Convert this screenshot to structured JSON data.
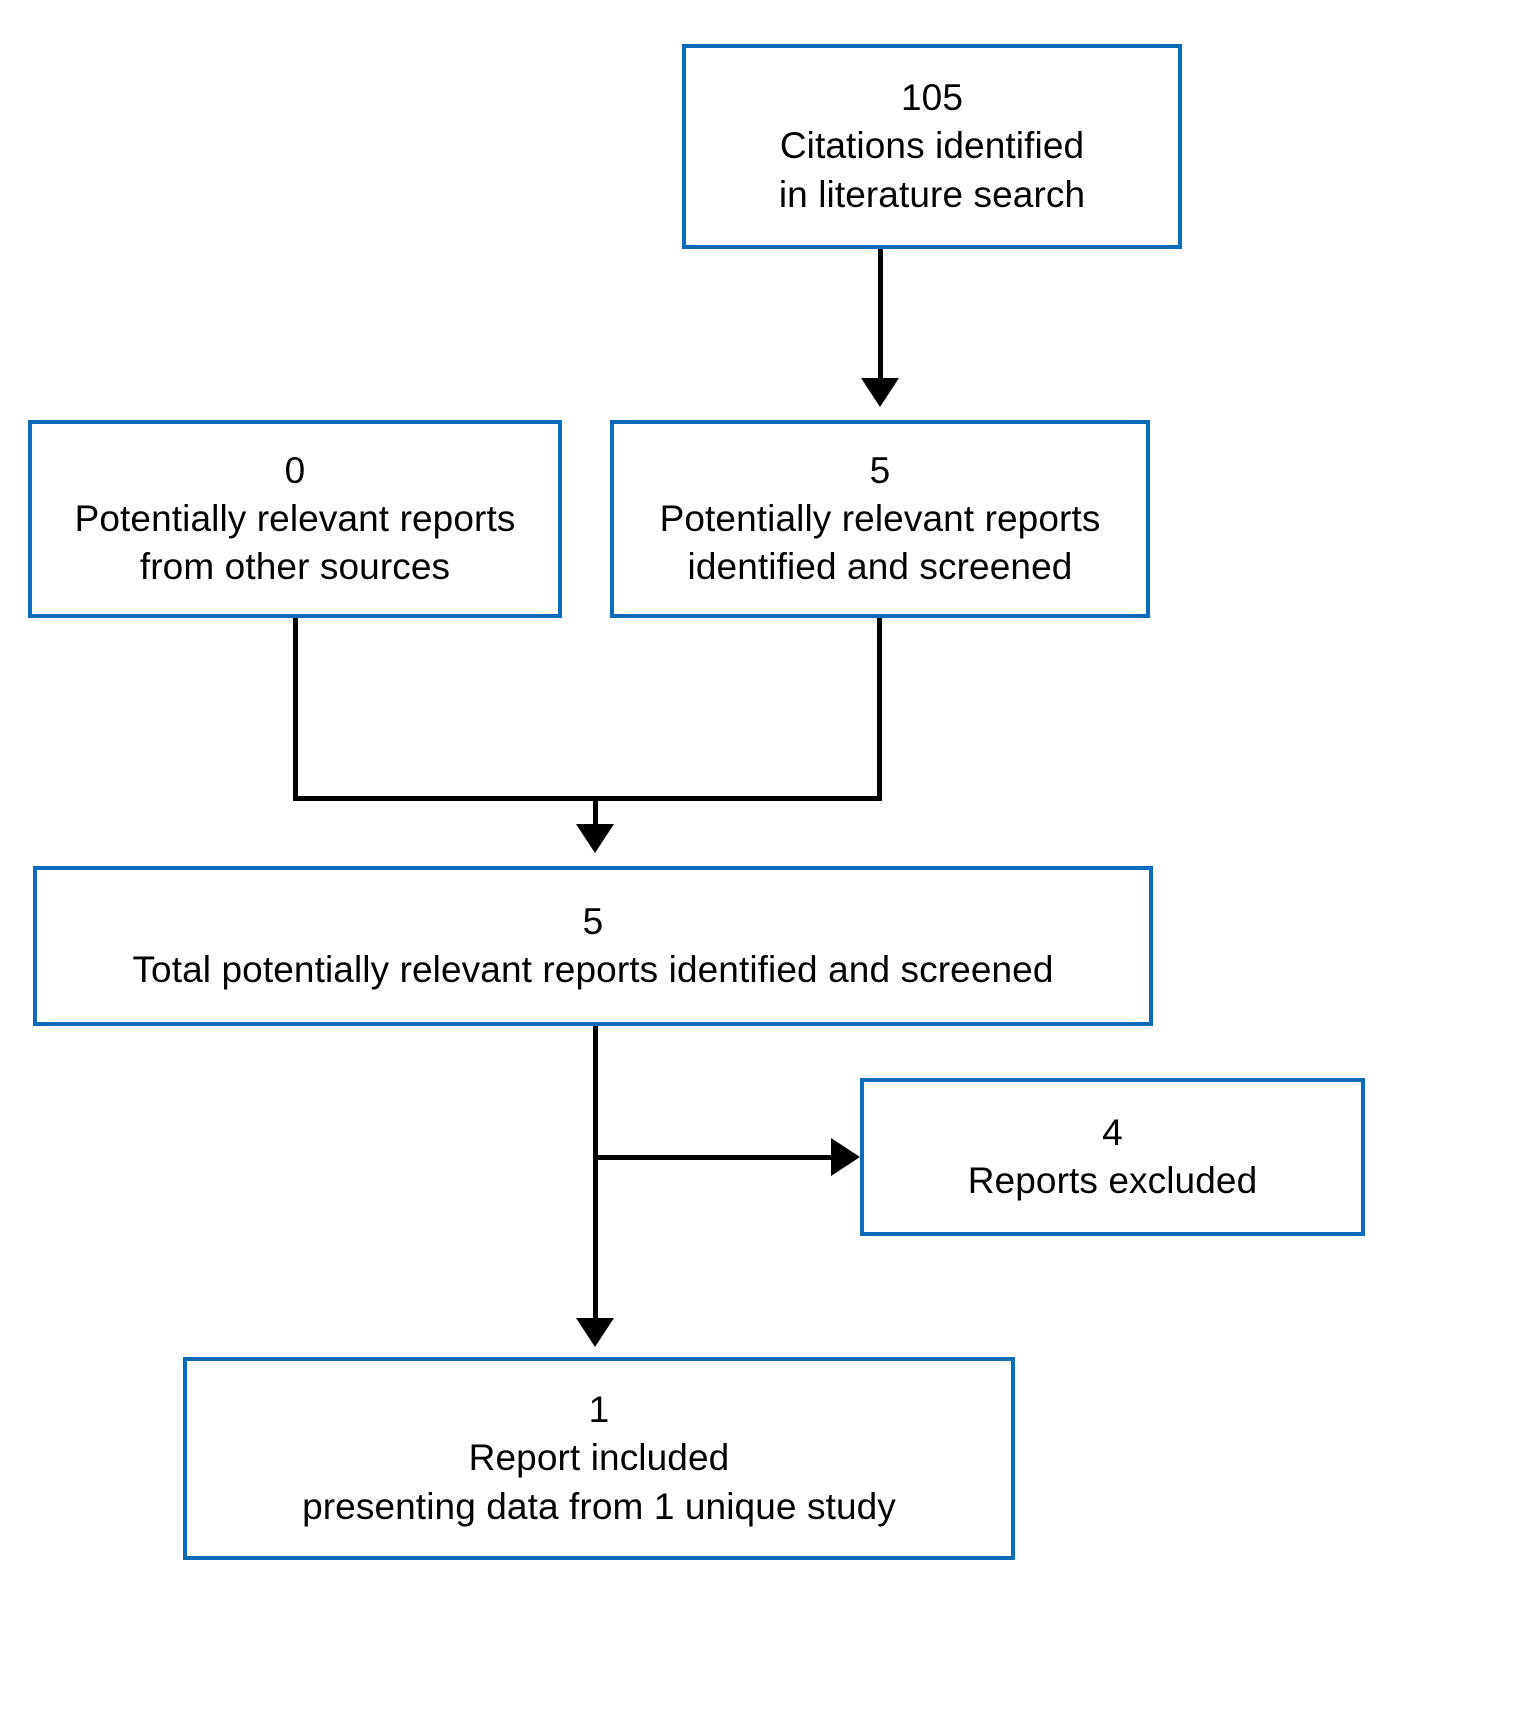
{
  "diagram": {
    "type": "prisma-flow-diagram",
    "colors": {
      "box_border": "#0C6CB9",
      "connector": "#000000",
      "text": "#000000",
      "background": "#ffffff"
    },
    "nodes": [
      {
        "id": "identified",
        "count": "105",
        "line1": "Citations identified",
        "line2": "in literature search"
      },
      {
        "id": "other_sources",
        "count": "0",
        "line1": "Potentially relevant reports",
        "line2": "from other sources"
      },
      {
        "id": "screened",
        "count": "5",
        "line1": "Potentially relevant reports",
        "line2": "identified and screened"
      },
      {
        "id": "total",
        "count": "5",
        "line1": "Total potentially relevant reports identified and screened"
      },
      {
        "id": "excluded",
        "count": "4",
        "line1": "Reports excluded"
      },
      {
        "id": "included",
        "count": "1",
        "line1": "Report included",
        "line2": "presenting data from 1 unique study"
      }
    ],
    "edges": [
      {
        "from": "identified",
        "to": "screened",
        "style": "arrow-down"
      },
      {
        "from": "other_sources",
        "to": "total",
        "style": "elbow-merge"
      },
      {
        "from": "screened",
        "to": "total",
        "style": "elbow-merge"
      },
      {
        "from": "total",
        "to": "excluded",
        "style": "arrow-right"
      },
      {
        "from": "total",
        "to": "included",
        "style": "arrow-down"
      }
    ]
  }
}
